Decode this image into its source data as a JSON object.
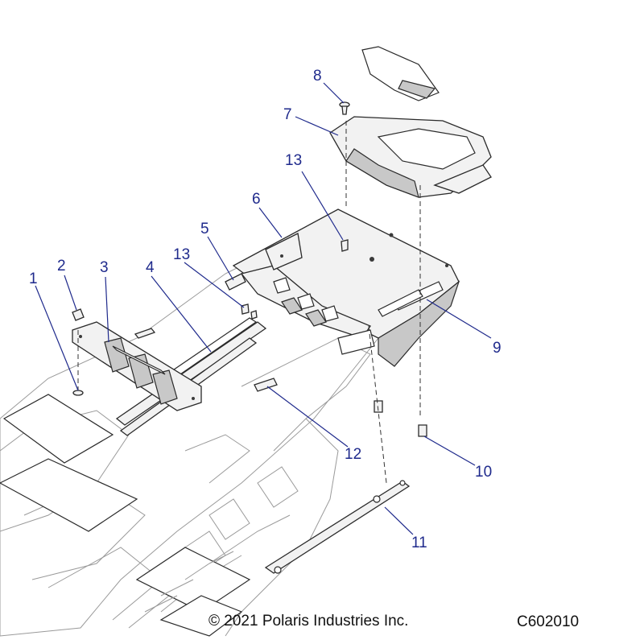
{
  "callouts": [
    {
      "id": "1",
      "label": "1"
    },
    {
      "id": "2",
      "label": "2"
    },
    {
      "id": "3",
      "label": "3"
    },
    {
      "id": "4",
      "label": "4"
    },
    {
      "id": "5",
      "label": "5"
    },
    {
      "id": "6",
      "label": "6"
    },
    {
      "id": "7",
      "label": "7"
    },
    {
      "id": "8",
      "label": "8"
    },
    {
      "id": "9",
      "label": "9"
    },
    {
      "id": "10",
      "label": "10"
    },
    {
      "id": "11",
      "label": "11"
    },
    {
      "id": "12",
      "label": "12"
    },
    {
      "id": "13a",
      "label": "13"
    },
    {
      "id": "13b",
      "label": "13"
    }
  ],
  "footer": {
    "copyright": "© 2021 Polaris Industries Inc.",
    "drawing_number": "C602010"
  },
  "colors": {
    "callout": "#1f2a8c",
    "line": "#2a2a2a",
    "ghost": "#9a9a9a"
  }
}
